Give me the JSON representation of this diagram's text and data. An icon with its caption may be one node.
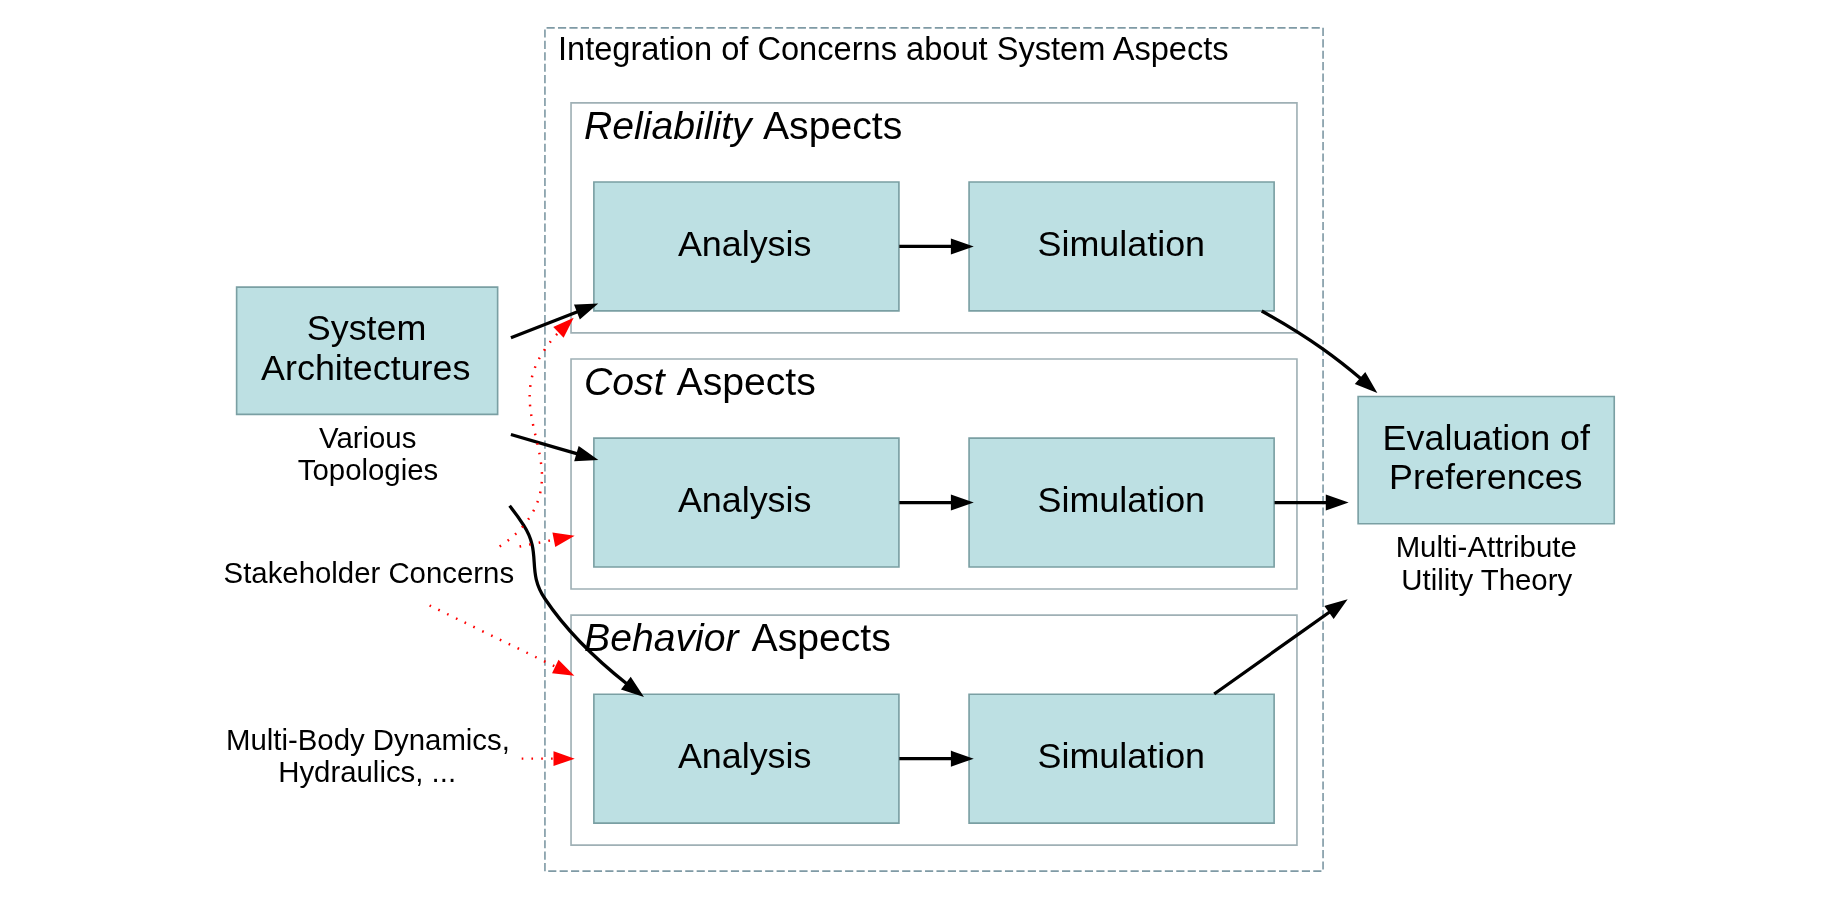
{
  "diagram": {
    "nodes": [
      {
        "text": [
          "Integration of Concerns about System Aspects"
        ]
      },
      {
        "text": [
          "*Behavior* Aspects"
        ],
        "in": 0
      },
      {
        "text": [
          "Analysis"
        ],
        "in": 1
      },
      {
        "text": [
          "Simulation"
        ],
        "in": 1
      },
      {
        "text": [
          "*Cost* Aspects"
        ],
        "in": 0
      },
      {
        "text": [
          "Analysis"
        ],
        "in": 4
      },
      {
        "text": [
          "Simulation"
        ],
        "in": 4
      },
      {
        "text": [
          "*Reliability* Aspects"
        ],
        "in": 0
      },
      {
        "text": [
          "Analysis"
        ],
        "in": 7
      },
      {
        "text": [
          "Simulation"
        ],
        "in": 7
      },
      {
        "text": [
          "System Architectures"
        ],
        "beside": [
          "Various Topologies"
        ]
      },
      {
        "text": [
          "Evaluation of Preferences"
        ],
        "beside": [
          "Multi-Attribute Utility Theory"
        ]
      },
      {
        "text": [
          "Stakeholder Concerns"
        ]
      },
      {
        "text": [
          "Multi-Body Dynamics, Hydraulics, ..."
        ]
      }
    ],
    "edges": [
      {
        "from": 10,
        "to": 2,
        "arrow": "to"
      },
      {
        "from": 10,
        "to": 5,
        "arrow": "to"
      },
      {
        "from": 10,
        "to": 8,
        "arrow": "to"
      },
      {
        "from": 2,
        "to": 3,
        "arrow": "to"
      },
      {
        "from": 5,
        "to": 6,
        "arrow": "to"
      },
      {
        "from": 8,
        "to": 9,
        "arrow": "to"
      },
      {
        "from": 3,
        "to": 11,
        "arrow": "to"
      },
      {
        "from": 6,
        "to": 11,
        "arrow": "to"
      },
      {
        "from": 9,
        "to": 11,
        "arrow": "to"
      },
      {
        "from": 12,
        "to": 1,
        "arrow": "to",
        "style": "dashed",
        "color": "#ff0000"
      },
      {
        "from": 12,
        "to": 4,
        "arrow": "to",
        "style": "dashed",
        "color": "#ff0000"
      },
      {
        "from": 12,
        "to": 7,
        "arrow": "to",
        "style": "dashed",
        "color": "#ff0000"
      },
      {
        "from": 13,
        "to": 1,
        "arrow": "to",
        "style": "dashed",
        "color": "#ff0000"
      }
    ]
  }
}
